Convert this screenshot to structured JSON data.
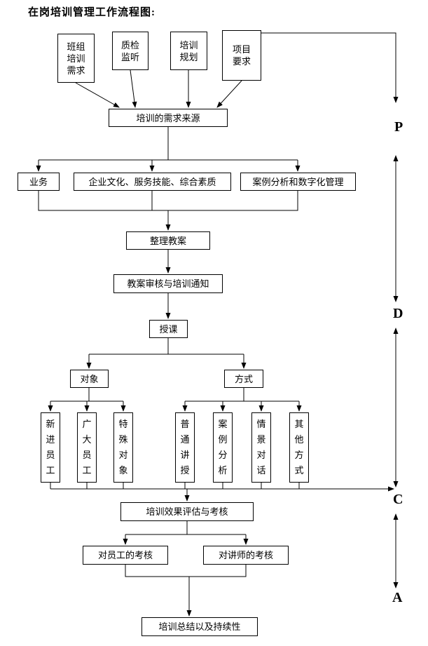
{
  "title": "在岗培训管理工作流程图:",
  "nodes": {
    "source_team": "班组\n培训\n需求",
    "source_qc": "质检\n监听",
    "source_plan": "培训\n规划",
    "source_project": "项目\n要求",
    "demand_source": "培训的需求来源",
    "business": "业务",
    "culture": "企业文化、服务技能、综合素质",
    "case_mgmt": "案例分析和数字化管理",
    "prepare": "整理教案",
    "review": "教案审核与培训通知",
    "teach": "授课",
    "target": "对象",
    "method": "方式",
    "new_staff": "新\n进\n员\n工",
    "all_staff": "广\n大\n员\n工",
    "special": "特\n殊\n对\n象",
    "lecture": "普\n通\n讲\n授",
    "case_analysis": "案\n例\n分\n析",
    "scenario": "情\n景\n对\n话",
    "other_method": "其\n他\n方\n式",
    "evaluate": "培训效果评估与考核",
    "staff_assess": "对员工的考核",
    "lecturer_assess": "对讲师的考核",
    "summary": "培训总结以及持续性"
  },
  "pdca": {
    "p": "P",
    "d": "D",
    "c": "C",
    "a": "A"
  }
}
